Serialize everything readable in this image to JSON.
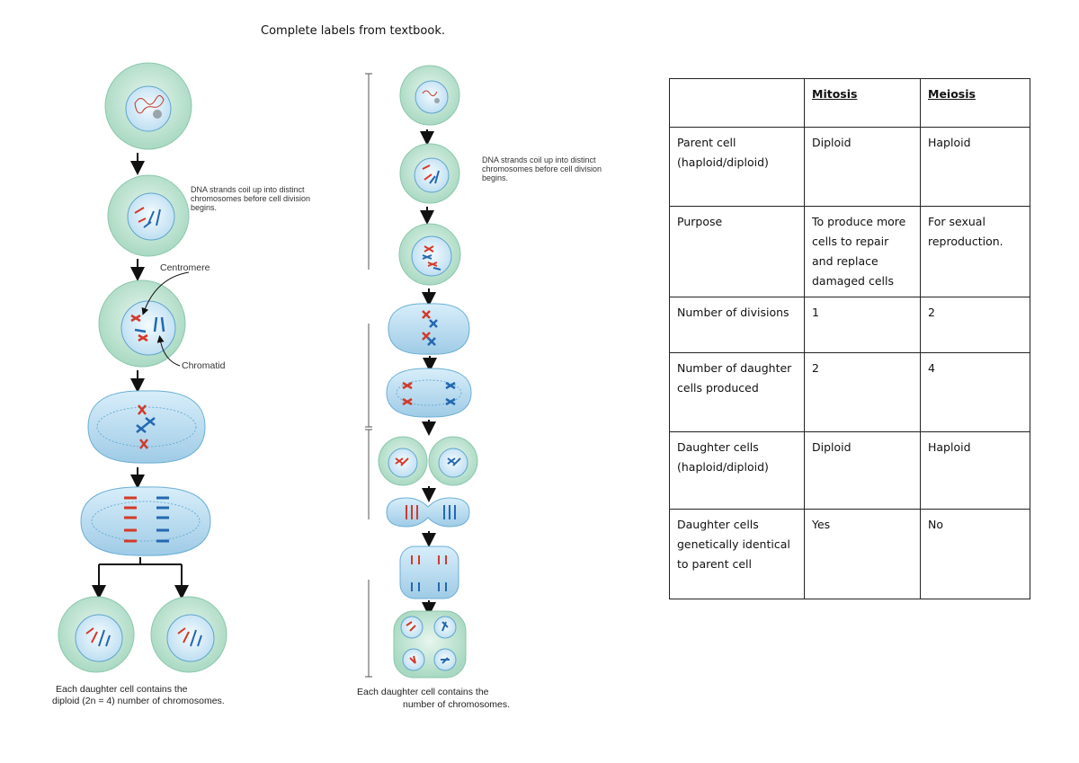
{
  "instruction": "Complete labels from textbook.",
  "mitosis_diagram": {
    "dna_label": "DNA strands coil up into distinct chromosomes before cell division begins.",
    "centromere_label": "Centromere",
    "chromatid_label": "Chromatid",
    "caption_line1": "Each daughter cell contains the",
    "caption_line2": "diploid (2n = 4) number of chromosomes."
  },
  "meiosis_diagram": {
    "dna_label": "DNA strands coil up into distinct chromosomes before cell division begins.",
    "caption_line1": "Each daughter cell contains the",
    "caption_line2": "number of chromosomes."
  },
  "table": {
    "headers": [
      "",
      "Mitosis",
      "Meiosis"
    ],
    "rows": [
      [
        "Parent cell (haploid/diploid)",
        "Diploid",
        "Haploid"
      ],
      [
        "Purpose",
        "To produce more cells to repair and replace damaged cells",
        "For sexual reproduction."
      ],
      [
        "Number of divisions",
        "1",
        "2"
      ],
      [
        "Number of daughter cells produced",
        "2",
        "4"
      ],
      [
        "Daughter cells (haploid/diploid)",
        "Diploid",
        "Haploid"
      ],
      [
        "Daughter cells genetically identical to parent cell",
        "Yes",
        "No"
      ]
    ]
  },
  "colors": {
    "cell_outer": "#bfe3d2",
    "cell_inner": "#e8f4fb",
    "chromosome_red": "#d23a2a",
    "chromosome_blue": "#2468b0"
  }
}
